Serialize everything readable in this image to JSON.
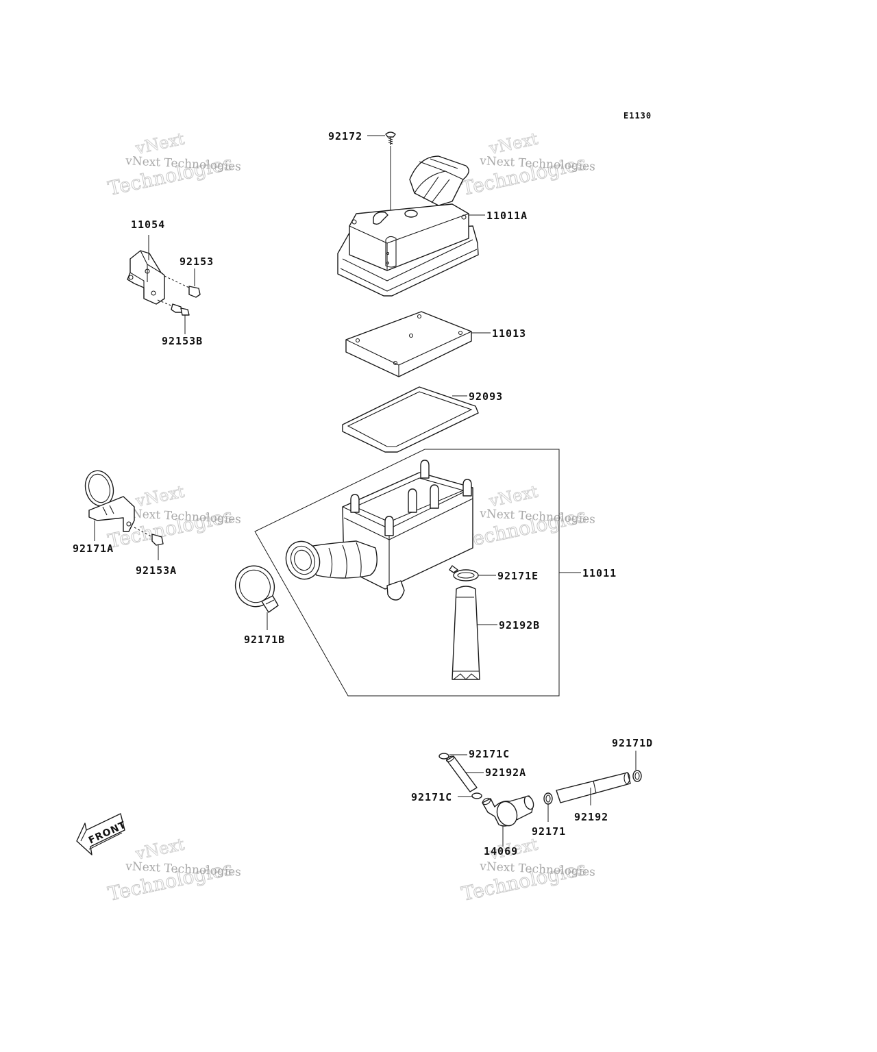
{
  "diagram_code": "E1130",
  "watermark": {
    "line1": "vNext Technologies",
    "line2": "Technologies",
    "line3": "vNext"
  },
  "front_label": "FRONT",
  "parts": [
    {
      "id": "92172",
      "label": "92172"
    },
    {
      "id": "11011A",
      "label": "11011A"
    },
    {
      "id": "11054",
      "label": "11054"
    },
    {
      "id": "92153",
      "label": "92153"
    },
    {
      "id": "92153B",
      "label": "92153B"
    },
    {
      "id": "11013",
      "label": "11013"
    },
    {
      "id": "92093",
      "label": "92093"
    },
    {
      "id": "92171A",
      "label": "92171A"
    },
    {
      "id": "92153A",
      "label": "92153A"
    },
    {
      "id": "92171E",
      "label": "92171E"
    },
    {
      "id": "11011",
      "label": "11011"
    },
    {
      "id": "92171B",
      "label": "92171B"
    },
    {
      "id": "92192B",
      "label": "92192B"
    },
    {
      "id": "92171C_top",
      "label": "92171C"
    },
    {
      "id": "92192A",
      "label": "92192A"
    },
    {
      "id": "92171C_bottom",
      "label": "92171C"
    },
    {
      "id": "92171D",
      "label": "92171D"
    },
    {
      "id": "92192",
      "label": "92192"
    },
    {
      "id": "92171",
      "label": "92171"
    },
    {
      "id": "14069",
      "label": "14069"
    }
  ]
}
